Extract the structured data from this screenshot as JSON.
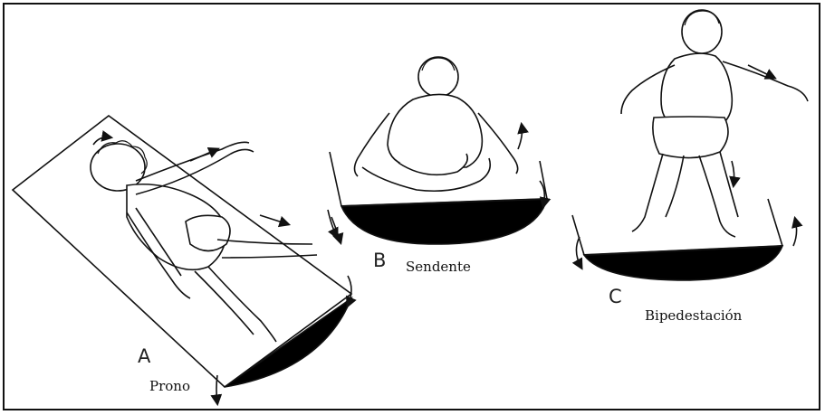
{
  "panels": {
    "a": {
      "letter": "A",
      "caption": "Prono"
    },
    "b": {
      "letter": "B",
      "caption": "Sendente"
    },
    "c": {
      "letter": "C",
      "caption": "Bipedestación"
    }
  },
  "colors": {
    "line": "#111111",
    "fill": "#000000",
    "background": "#ffffff"
  }
}
